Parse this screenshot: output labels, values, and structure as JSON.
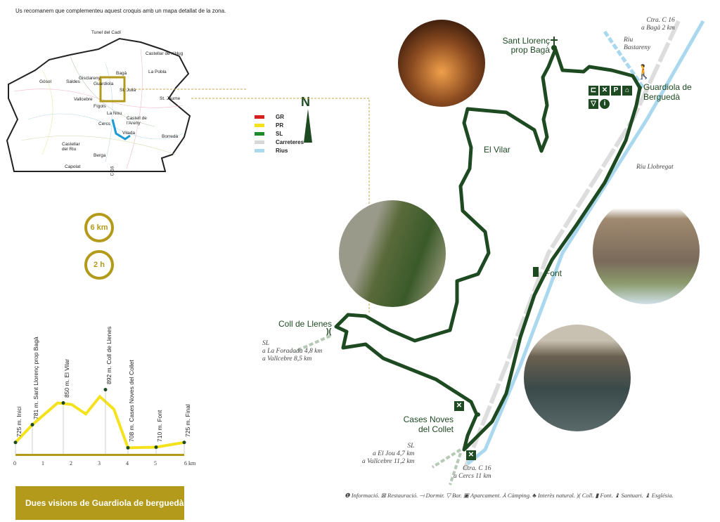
{
  "intro": "Us recomanem que complementeu aquest croquis amb un mapa detallat de la zona.",
  "overview_map": {
    "towns": [
      "Tunel del Cadí",
      "Castellar de n'Hug",
      "Bagà",
      "La Pobla",
      "Gisclareny",
      "Gósol",
      "Saldes",
      "Guardiola",
      "St. Julià",
      "Vallcebre",
      "Fígols",
      "St. Jaume",
      "La Nou",
      "Castell de l'Areny",
      "Cercs",
      "Vilada",
      "Borredà",
      "Castellar del Riu",
      "Berga",
      "Capolat",
      "C-16"
    ]
  },
  "legend": {
    "items": [
      "GR",
      "PR",
      "SL",
      "Carreteres",
      "Rius"
    ],
    "colors": [
      "#d62020",
      "#f4e21c",
      "#1f8a2a",
      "#d8d8d8",
      "#a9d8ef"
    ],
    "north": "N"
  },
  "stats": {
    "distance": "6 km",
    "time": "2 h"
  },
  "chart_data": {
    "type": "line",
    "title": "",
    "xlabel": "",
    "ylabel": "",
    "x_unit": "km",
    "xlim": [
      0,
      6
    ],
    "x_ticks": [
      "0",
      "1",
      "2",
      "3",
      "4",
      "5",
      "6 km"
    ],
    "points": [
      {
        "km": 0,
        "alt": 725,
        "label": "725 m. Inici"
      },
      {
        "km": 0.6,
        "alt": 781,
        "label": "781 m. Sant Llorenç prop Bagà"
      },
      {
        "km": 1.7,
        "alt": 850,
        "label": "850 m. El Vilar"
      },
      {
        "km": 3.2,
        "alt": 892,
        "label": "892 m. Coll de Llenes"
      },
      {
        "km": 4,
        "alt": 708,
        "label": "708 m. Cases Noves del Collet"
      },
      {
        "km": 5,
        "alt": 710,
        "label": "710 m. Font"
      },
      {
        "km": 6,
        "alt": 725,
        "label": "725 m. Final"
      }
    ],
    "profile": [
      [
        0,
        725
      ],
      [
        0.6,
        781
      ],
      [
        1.5,
        850
      ],
      [
        2,
        845
      ],
      [
        2.5,
        815
      ],
      [
        3,
        870
      ],
      [
        3.5,
        830
      ],
      [
        4,
        708
      ],
      [
        5,
        710
      ],
      [
        6,
        725
      ]
    ],
    "color": "#f4e21c"
  },
  "title": "Dues visions de Guardiola de berguedà",
  "map": {
    "places": {
      "sant_llorenc": "Sant Llorenç prop Bagà",
      "guardiola": "Guardiola de Berguedà",
      "el_vilar": "El Vilar",
      "font": "Font",
      "coll": "Coll de Llenes",
      "cases": "Cases Noves del Collet"
    },
    "notes": {
      "ctra_north": "Ctra. C 16\na Bagà 2 km",
      "riu_bastareny": "Riu\nBastareny",
      "riu_llobregat": "Riu Llobregat",
      "sl_west": "SL\na La Foradada 4,8 km\na Vallcebre 8,5 km",
      "sl_south": "SL\na El Jou 4,7 km\na Vallcebre 11,2 km",
      "ctra_south": "Ctra. C 16\na Cercs 11 km"
    },
    "trail_color": "#1e4a22"
  },
  "symbols_legend": "❶ Informació. ⊠ Restauració. ⟞ Dormir. ▽ Bar. ▣ Aparcament. ⅄ Càmping. ♣ Interès natural. )( Coll. ▮ Font. ♝ Santuari. ♝ Església."
}
